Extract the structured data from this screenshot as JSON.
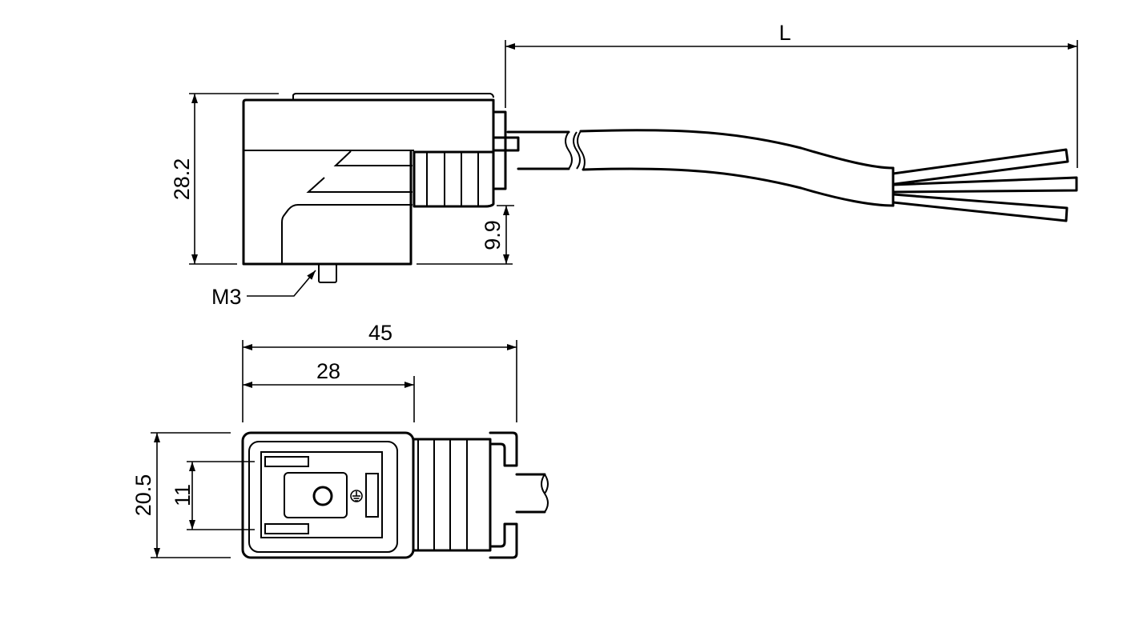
{
  "drawing": {
    "side_view": {
      "dimensions": {
        "height": "28.2",
        "cable_offset": "9.9",
        "cable_length": "L"
      },
      "thread_label": "M3"
    },
    "front_view": {
      "dimensions": {
        "overall_length": "45",
        "body_length": "28",
        "height": "20.5",
        "pin_spacing": "11"
      },
      "ground_symbol": "protective-earth"
    },
    "line_color": "#000000",
    "background": "#ffffff"
  }
}
